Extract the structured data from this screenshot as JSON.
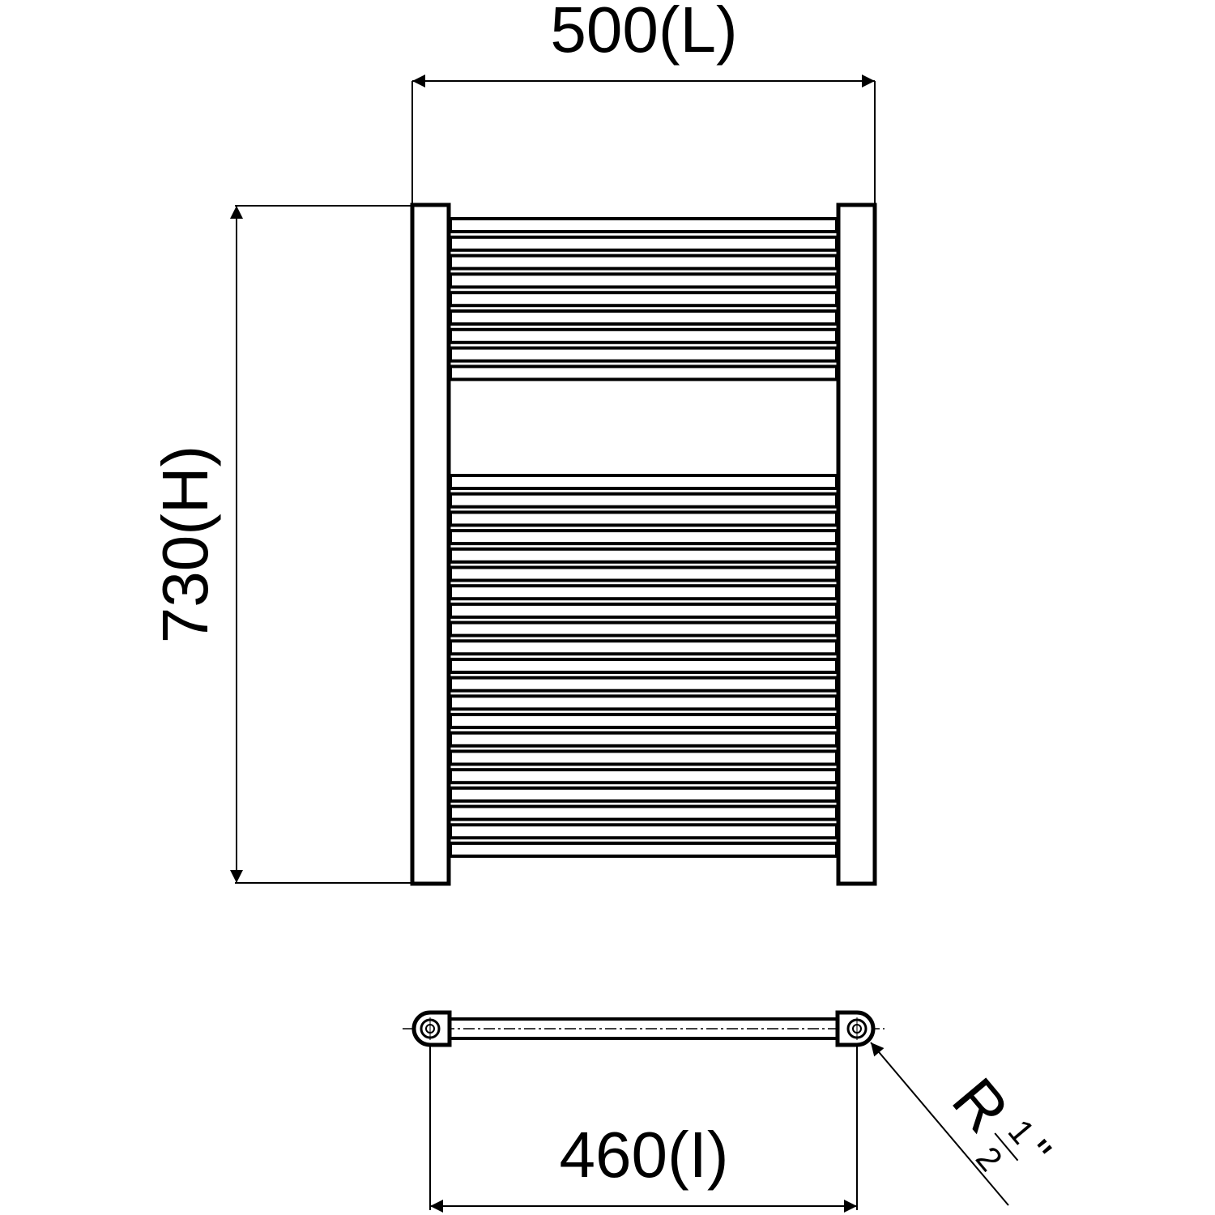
{
  "dimensions": {
    "width_label": "500(L)",
    "height_label": "730(H)",
    "axis_label": "460(I)",
    "connection_prefix": "R",
    "connection_fraction_num": "1",
    "connection_fraction_den": "2",
    "connection_suffix": "\""
  },
  "colors": {
    "line": "#000000",
    "background": "#ffffff"
  }
}
